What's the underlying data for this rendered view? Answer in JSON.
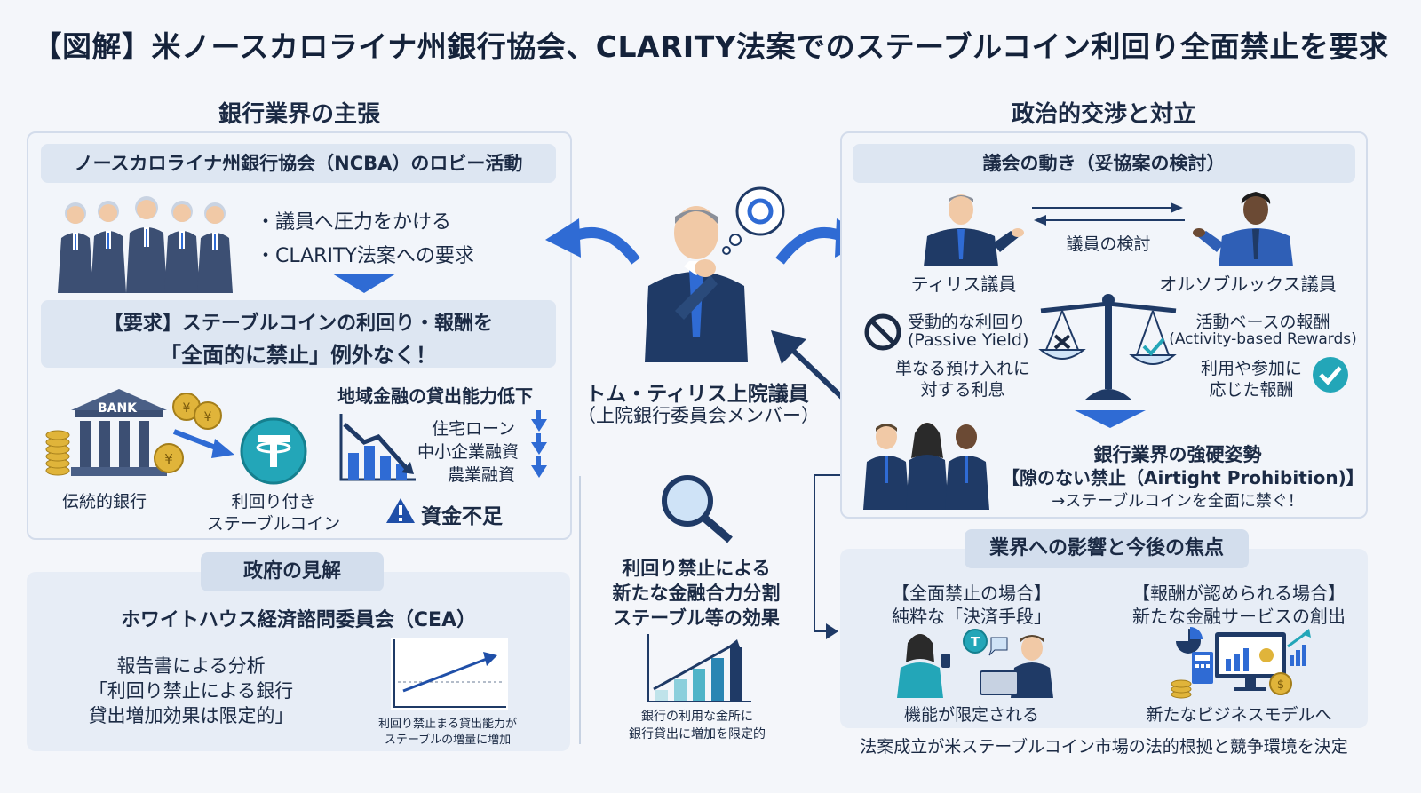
{
  "title": "【図解】米ノースカロライナ州銀行協会、CLARITY法案でのステーブルコイン利回り全面禁止を要求",
  "left": {
    "heading": "銀行業界の主張",
    "ncba_pill": "ノースカロライナ州銀行協会（NCBA）のロビー活動",
    "bullets": [
      "・議員へ圧力をかける",
      "・CLARITY法案への要求"
    ],
    "demand_line1": "【要求】ステーブルコインの利回り・報酬を",
    "demand_line2": "「全面的に禁止」例外なく！",
    "bank_sign": "BANK",
    "bank_label": "伝統的銀行",
    "stable_label_1": "利回り付き",
    "stable_label_2": "ステーブルコイン",
    "lending_title": "地域金融の貸出能力低下",
    "lending_items": [
      "住宅ローン",
      "中小企業融資",
      "農業融資"
    ],
    "shortage": "資金不足"
  },
  "gov": {
    "pill": "政府の見解",
    "cea": "ホワイトハウス経済諮問委員会（CEA）",
    "report_lines": [
      "報告書による分析",
      "「利回り禁止による銀行",
      "貸出増加効果は限定的」"
    ],
    "chart_caption_1": "利回り禁止まる貸出能力が",
    "chart_caption_2": "ステーブルの増量に増加"
  },
  "center": {
    "senator_name": "トム・ティリス上院議員",
    "senator_role": "（上院銀行委員会メンバー）",
    "analysis_lines": [
      "利回り禁止による",
      "新たな金融合力分割",
      "ステーブル等の効果"
    ],
    "chart_caption_1": "銀行の利用な金所に",
    "chart_caption_2": "銀行貸出に増加を限定的",
    "bar_values": [
      1,
      2,
      3,
      4,
      5
    ]
  },
  "right": {
    "heading": "政治的交渉と対立",
    "pill": "議会の動き（妥協案の検討）",
    "review_label": "議員の検討",
    "tillis_label": "ティリス議員",
    "alsobrooks_label": "オルソブルックス議員",
    "passive_1": "受動的な利回り",
    "passive_2": "(Passive Yield)",
    "passive_3": "単なる預け入れに",
    "passive_4": "対する利息",
    "activity_1": "活動ベースの報酬",
    "activity_2": "(Activity-based Rewards)",
    "activity_3": "利用や参加に",
    "activity_4": "応じた報酬",
    "hard_1": "銀行業界の強硬姿勢",
    "hard_2": "【隙のない禁止（Airtight Prohibition)】",
    "hard_3": "→ステーブルコインを全面に禁ぐ！"
  },
  "impact": {
    "pill": "業界への影響と今後の焦点",
    "full_ban_1": "【全面禁止の場合】",
    "full_ban_2": "純粋な「決済手段」",
    "full_ban_caption": "機能が限定される",
    "allowed_1": "【報酬が認められる場合】",
    "allowed_2": "新たな金融サービスの創出",
    "allowed_caption": "新たなビジネスモデルへ",
    "conclusion": "法案成立が米ステーブルコイン市場の法的根拠と競争環境を決定"
  },
  "colors": {
    "accent": "#2f6bd4",
    "navy": "#1f3a66",
    "teal": "#23a6b8",
    "panel_bg": "#f2f5fa",
    "pill_bg": "#dde6f2"
  }
}
